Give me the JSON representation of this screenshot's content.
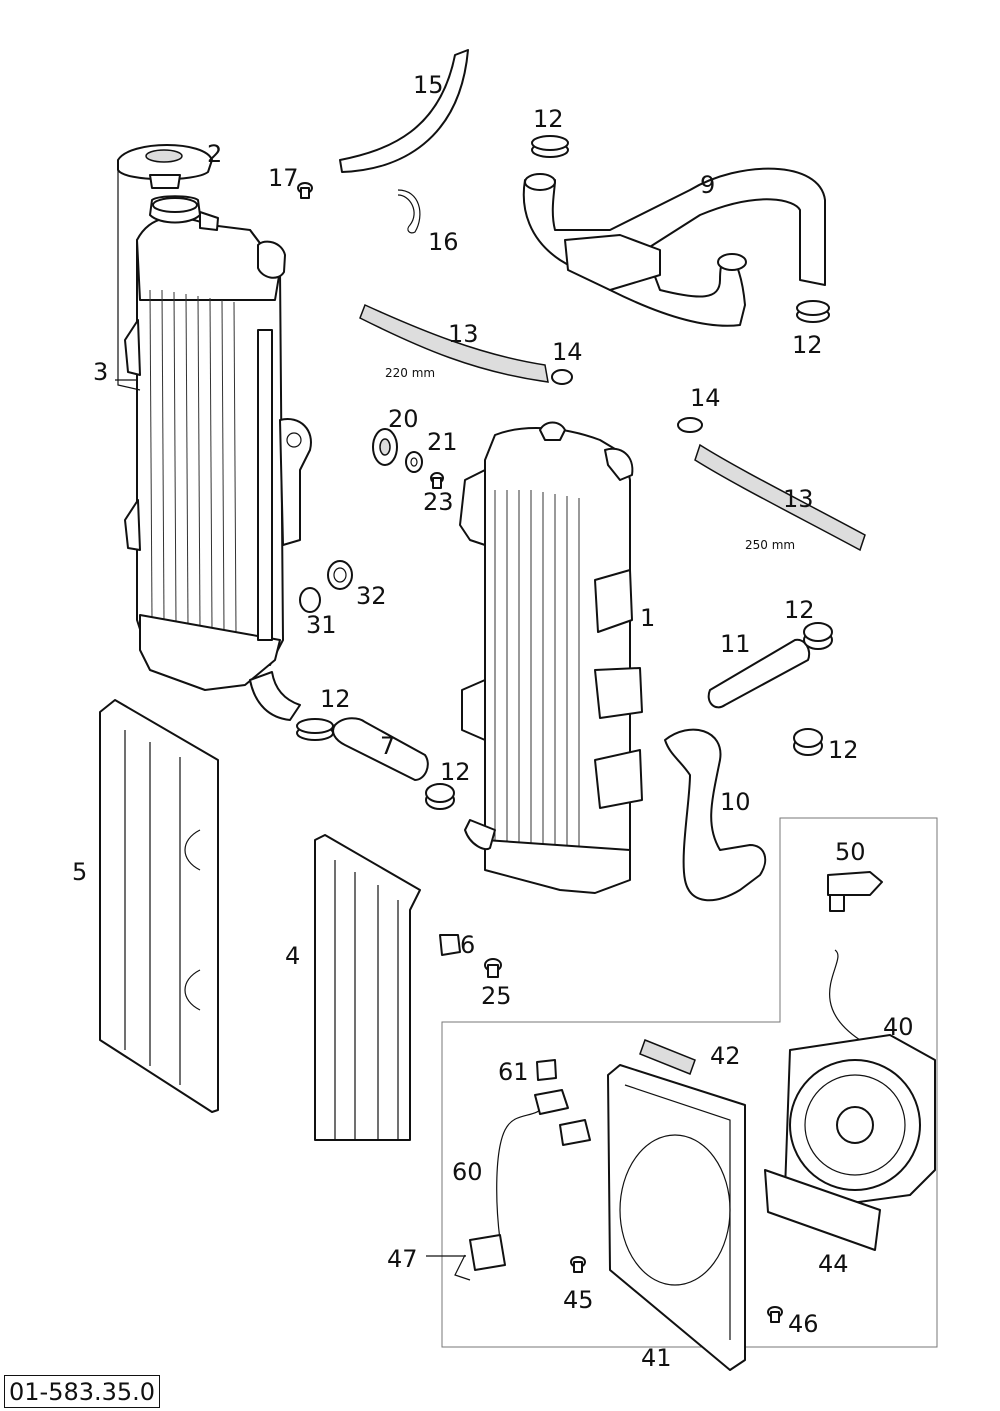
{
  "drawing_code": "01-583.35.0",
  "callouts": {
    "c1": "1",
    "c2": "2",
    "c3": "3",
    "c4": "4",
    "c5": "5",
    "c6": "6",
    "c7": "7",
    "c9": "9",
    "c10": "10",
    "c11": "11",
    "c12a": "12",
    "c12b": "12",
    "c12c": "12",
    "c12d": "12",
    "c12e": "12",
    "c12f": "12",
    "c13a": "13",
    "c13b": "13",
    "c14a": "14",
    "c14b": "14",
    "c15": "15",
    "c16": "16",
    "c17": "17",
    "c20": "20",
    "c21": "21",
    "c23": "23",
    "c25": "25",
    "c31": "31",
    "c32": "32",
    "c40": "40",
    "c41": "41",
    "c42": "42",
    "c44": "44",
    "c45": "45",
    "c46": "46",
    "c47": "47",
    "c50": "50",
    "c60": "60",
    "c61": "61"
  },
  "notes": {
    "hose_220": "220 mm",
    "hose_250": "250 mm"
  }
}
